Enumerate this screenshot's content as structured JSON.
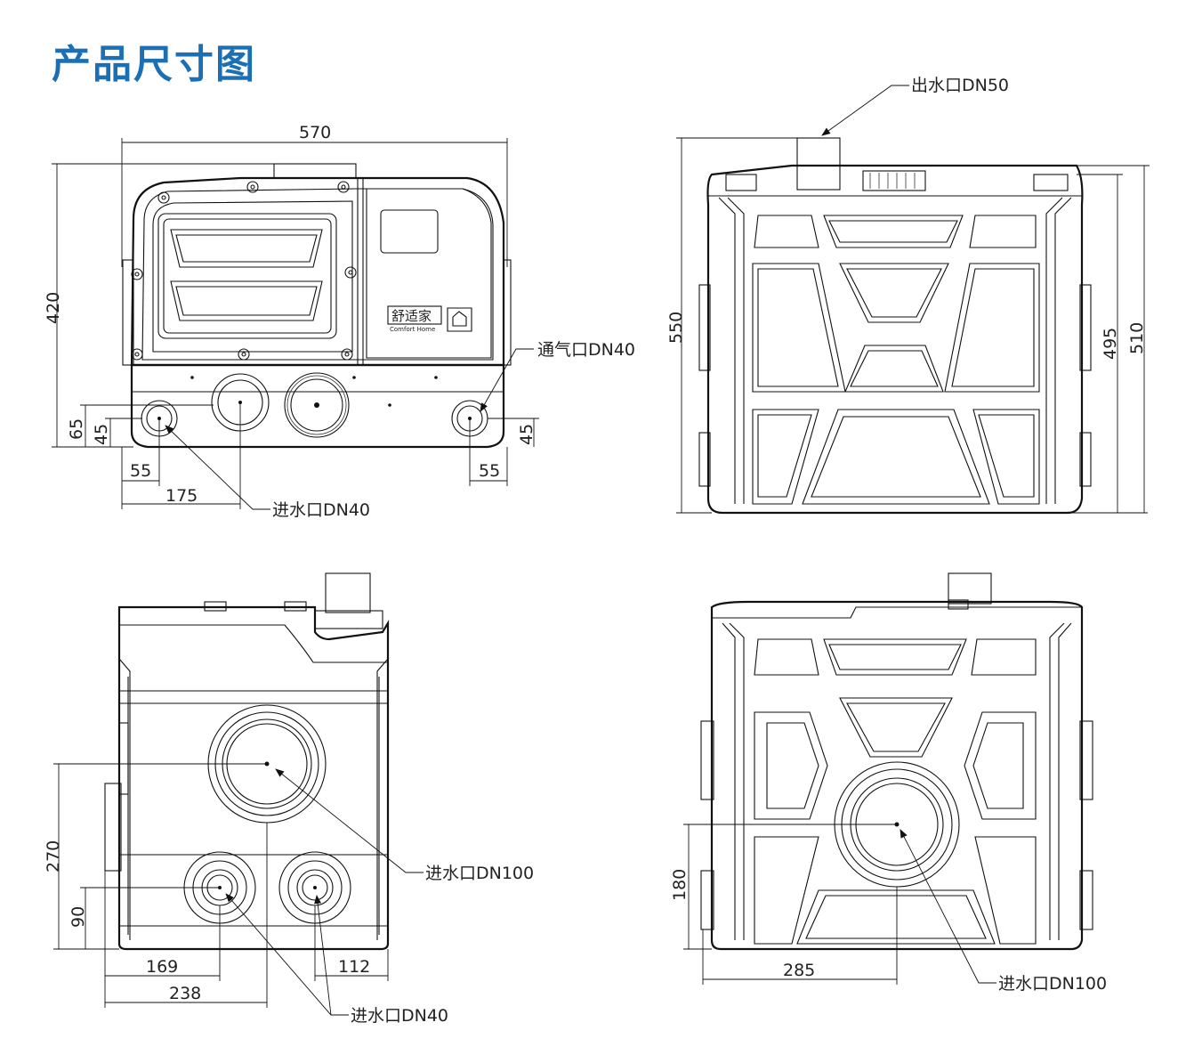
{
  "title": "产品尺寸图",
  "views": {
    "front": {
      "dims": {
        "width": "570",
        "height": "420",
        "left_h1": "65",
        "left_h2": "45",
        "right_h": "45",
        "left_w": "55",
        "right_w": "55",
        "inlet_w": "175"
      },
      "labels": {
        "vent": "通气口DN40",
        "inlet": "进水口DN40"
      },
      "logo": {
        "cn": "舒适家",
        "en": "Comfort Home"
      }
    },
    "side": {
      "dims": {
        "total_h": "550",
        "body_h1": "495",
        "body_h2": "510"
      },
      "labels": {
        "outlet": "出水口DN50"
      }
    },
    "back": {
      "dims": {
        "h_large": "270",
        "h_small": "90",
        "w1": "169",
        "w2": "238",
        "w3": "112"
      },
      "labels": {
        "inlet_large": "进水口DN100",
        "inlet_small": "进水口DN40"
      }
    },
    "rear": {
      "dims": {
        "h": "180",
        "w": "285"
      },
      "labels": {
        "inlet": "进水口DN100"
      }
    }
  }
}
